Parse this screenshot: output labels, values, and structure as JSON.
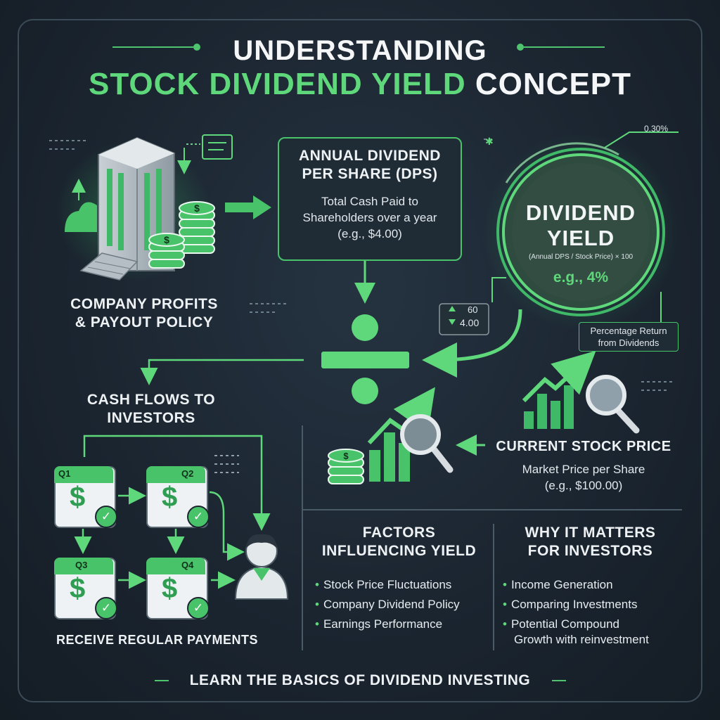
{
  "title": {
    "line1": "UNDERSTANDING",
    "line2_highlight": "STOCK DIVIDEND YIELD",
    "line2_rest": "CONCEPT"
  },
  "company": {
    "label_line1": "COMPANY PROFITS",
    "label_line2": "& PAYOUT POLICY"
  },
  "dps": {
    "title_line1": "ANNUAL DIVIDEND",
    "title_line2": "PER SHARE (DPS)",
    "desc_line1": "Total Cash Paid to",
    "desc_line2": "Shareholders over a year",
    "desc_line3": "(e.g., $4.00)"
  },
  "yield": {
    "title_line1": "DIVIDEND",
    "title_line2": "YIELD",
    "formula": "(Annual DPS / Stock Price) × 100",
    "example": "e.g., 4%",
    "tag": "0.30%",
    "note_line1": "Percentage Return",
    "note_line2": "from Dividends"
  },
  "ticker": {
    "top": "60",
    "bottom": "4.00"
  },
  "cashflow": {
    "title_line1": "CASH FLOWS TO",
    "title_line2": "INVESTORS",
    "quarters": [
      "Q1",
      "Q2",
      "Q3",
      "Q4"
    ],
    "footer": "RECEIVE REGULAR PAYMENTS"
  },
  "price": {
    "title": "CURRENT STOCK PRICE",
    "desc_line1": "Market Price per Share",
    "desc_line2": "(e.g., $100.00)"
  },
  "factors": {
    "title_line1": "FACTORS",
    "title_line2": "INFLUENCING YIELD",
    "items": [
      "Stock Price Fluctuations",
      "Company Dividend Policy",
      "Earnings Performance"
    ]
  },
  "why": {
    "title_line1": "WHY IT MATTERS",
    "title_line2": "FOR INVESTORS",
    "items": [
      "Income Generation",
      "Comparing Investments",
      "Potential Compound"
    ],
    "item3_cont": "Growth with reinvestment"
  },
  "footer": "LEARN THE BASICS OF DIVIDEND INVESTING",
  "colors": {
    "accent": "#5fd87c",
    "accent_dark": "#2f8f4a",
    "background": "#1b2530",
    "panel": "#2a3945"
  }
}
